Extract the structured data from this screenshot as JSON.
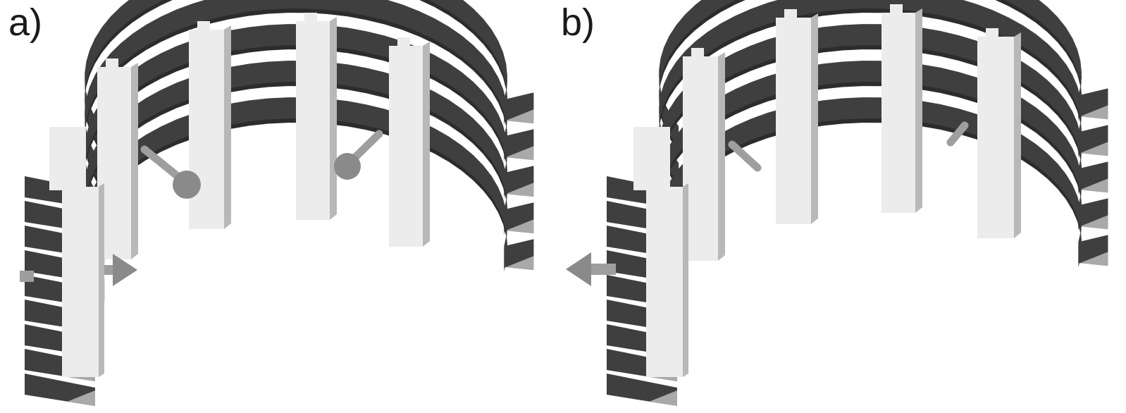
{
  "figure": {
    "panels": [
      {
        "id": "a",
        "label": "a)",
        "outer_arrow": "pointing-right",
        "inner_actuators": "extended-with-bulb-tips"
      },
      {
        "id": "b",
        "label": "b)",
        "outer_arrow": "pointing-left",
        "inner_actuators": "retracted-short-rods"
      }
    ],
    "colors": {
      "ring_dark": "#3f3f3f",
      "ring_top": "#4c4c4c",
      "ring_shadow": "#2c2c2c",
      "tooth_light": "#a9a9a9",
      "column_face": "#ececec",
      "column_side": "#b8b8b8",
      "actuator": "#9e9e9e",
      "actuator_tip": "#8a8a8a",
      "background": "#ffffff"
    }
  }
}
